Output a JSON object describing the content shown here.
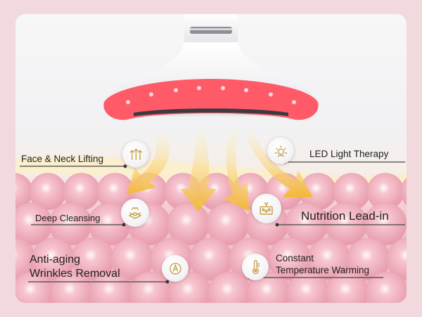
{
  "colors": {
    "background": "#f2d9dd",
    "arrow_gold": "#f3c04a",
    "led_red": "#ff4d5e",
    "icon_gold": "#c9a24f",
    "cell_pink": "#f2a9b8"
  },
  "features": [
    {
      "label": "Face & Neck Lifting",
      "icon": "lift-arrows-icon"
    },
    {
      "label": "LED Light Therapy",
      "icon": "sun-light-icon"
    },
    {
      "label": "Deep Cleansing",
      "icon": "cleansing-layers-icon"
    },
    {
      "label": "Nutrition Lead-in",
      "icon": "serum-bubbles-icon"
    },
    {
      "label_line1": "Anti-aging",
      "label_line2": "Wrinkles Removal",
      "icon": "anti-aging-a-icon"
    },
    {
      "label_line1": "Constant",
      "label_line2": "Temperature Warming",
      "icon": "thermometer-icon"
    }
  ]
}
